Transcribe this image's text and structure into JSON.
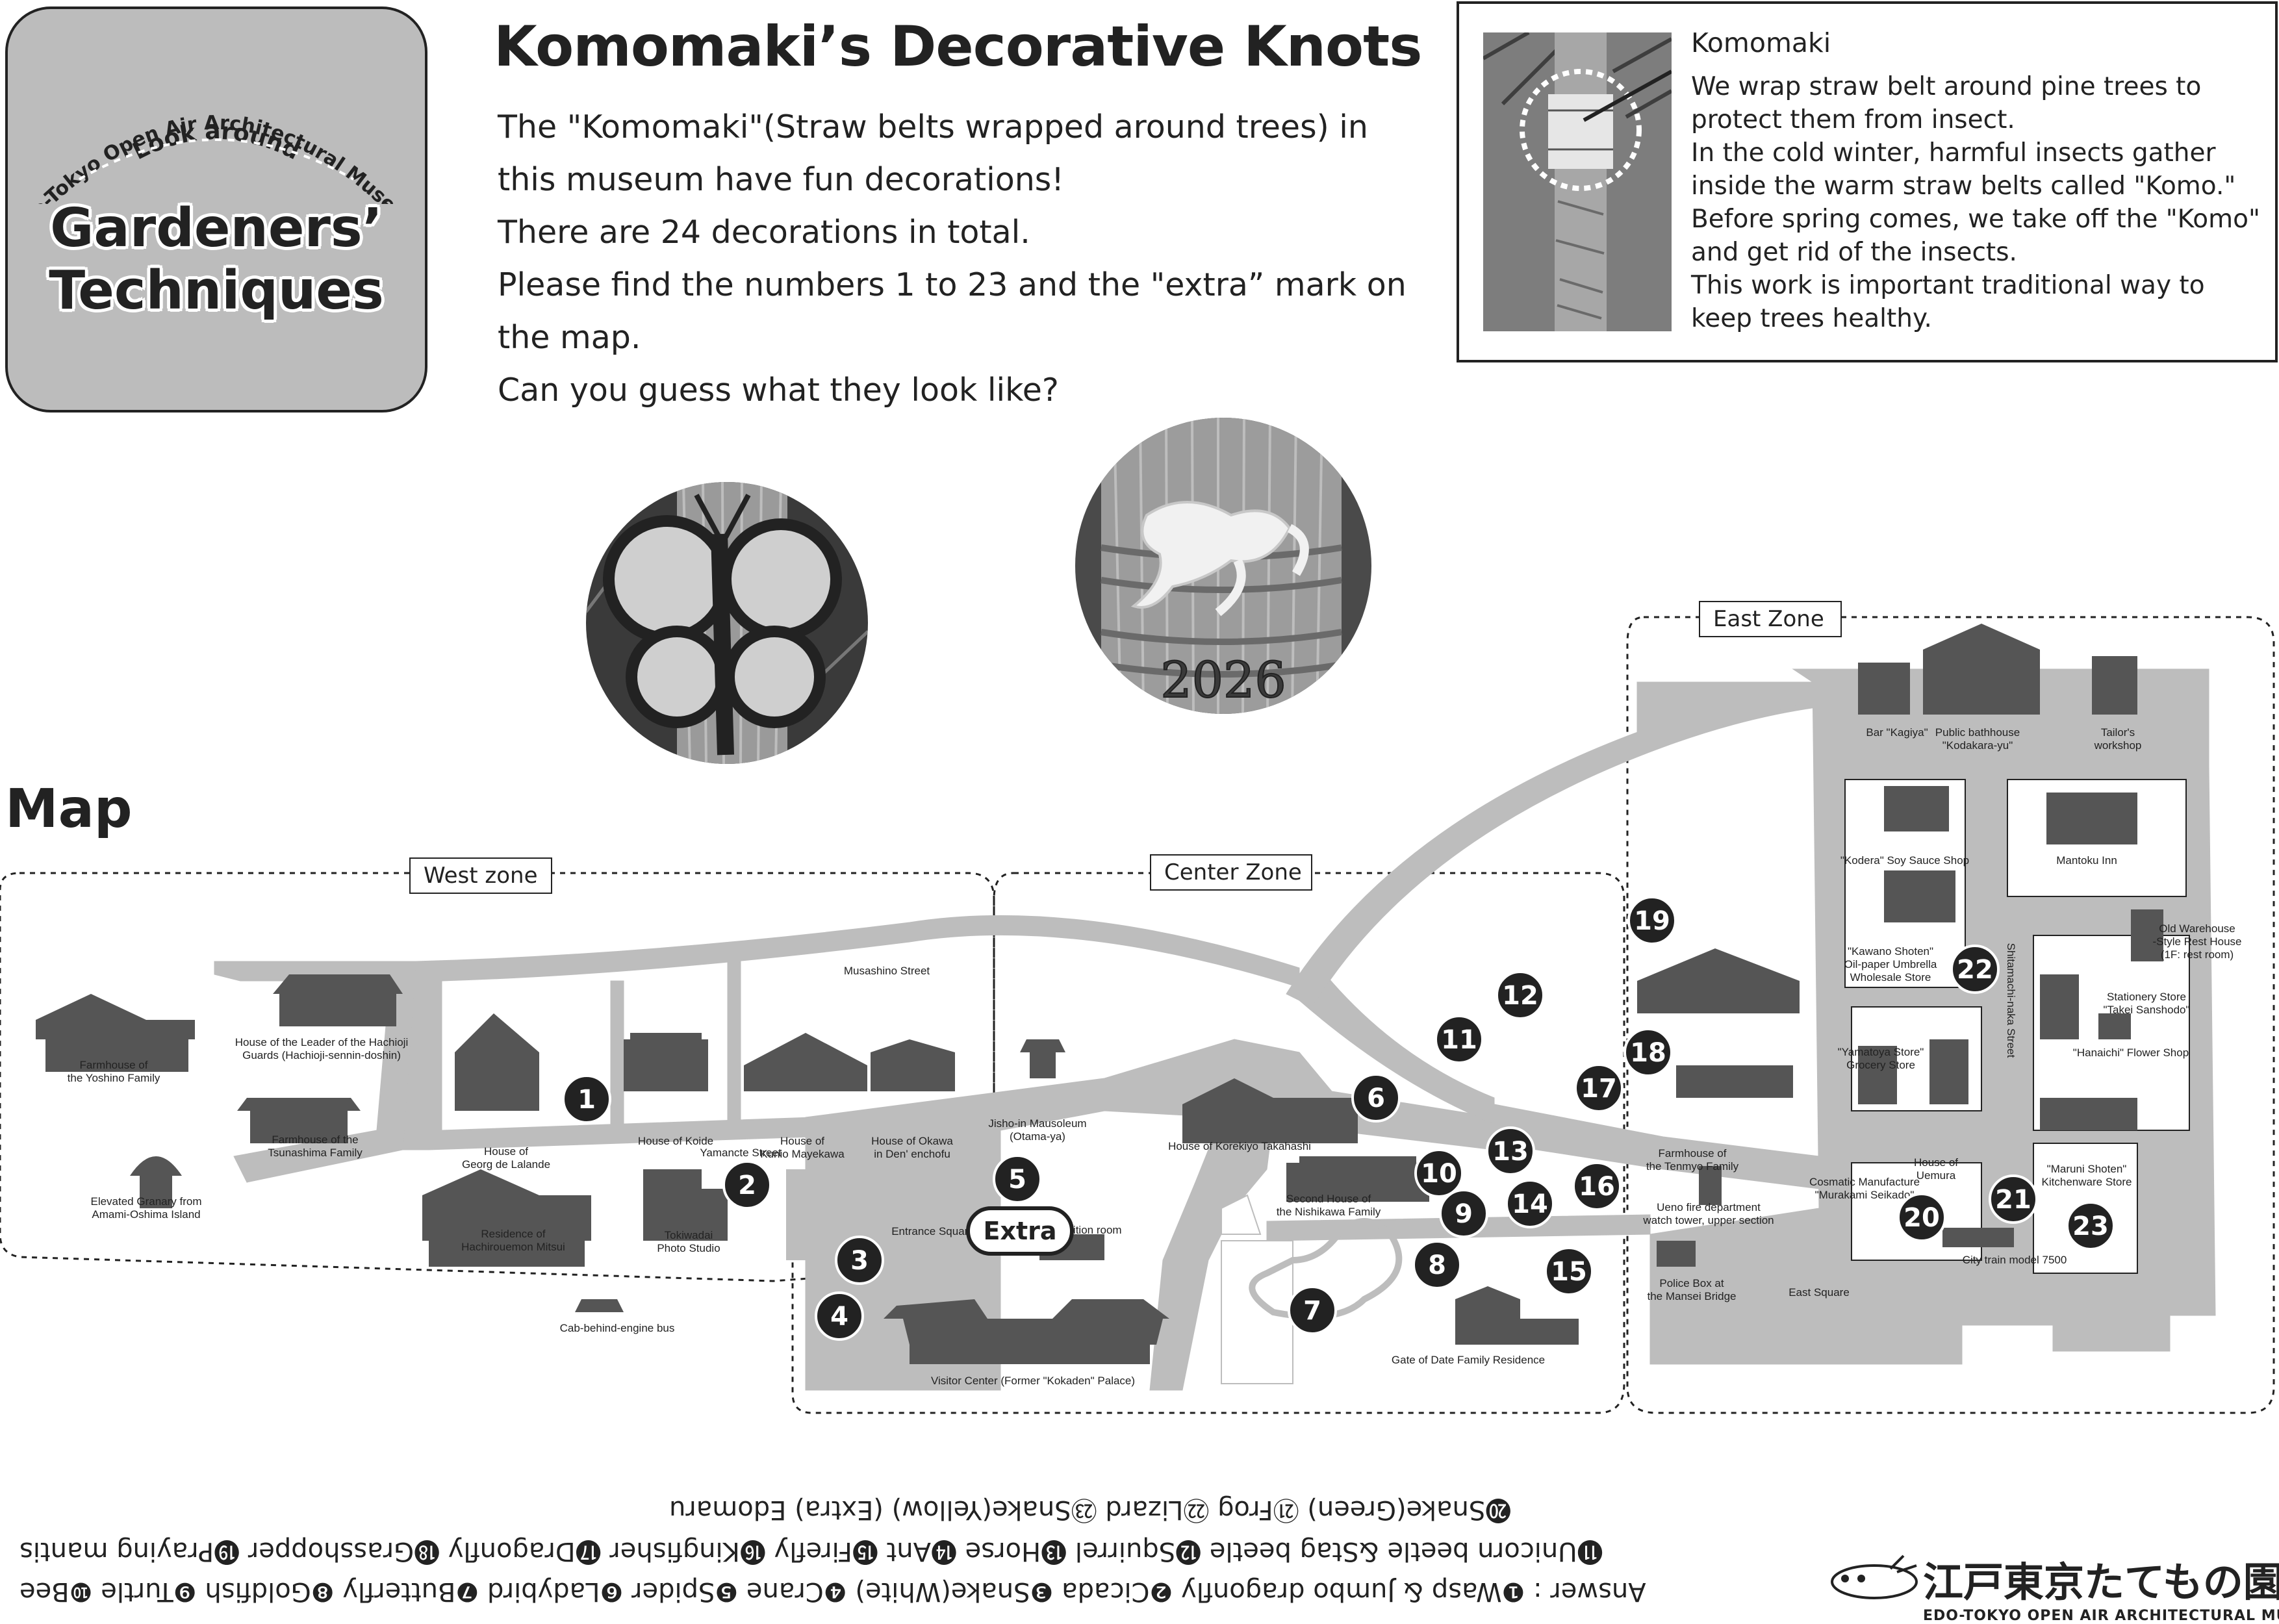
{
  "badge": {
    "line1": "Look around",
    "line2": "Edo-Tokyo Open Air Architectural Museum",
    "title_line1": "Gardeners’",
    "title_line2": "Techniques"
  },
  "header": {
    "title": "Komomaki’s Decorative Knots",
    "intro": [
      "The \"Komomaki\"(Straw belts wrapped around trees)  in",
      "this museum have fun decorations!",
      "There are 24 decorations in total.",
      "Please find the numbers 1 to 23 and the \"extra” mark on",
      "the map.",
      "Can you guess what they look like?"
    ]
  },
  "komomaki_box": {
    "title": "Komomaki",
    "lines": [
      "We wrap straw belt around pine trees to",
      "protect them from insect.",
      "In the cold winter, harmful insects gather",
      "inside the warm straw belts called \"Komo.\"",
      "Before spring comes, we take off the \"Komo\"",
      "and get rid of the insects.",
      "This work is important traditional way to",
      "keep trees healthy."
    ]
  },
  "photos": {
    "frog_year": "2026"
  },
  "map": {
    "heading": "Map",
    "zones": {
      "west": "West zone",
      "center": "Center Zone",
      "east": "East Zone"
    },
    "streets": {
      "musashino": "Musashino Street",
      "yamanote": "Yamancte Street",
      "shitamachi": "Shitamachi-naka Street"
    },
    "buildings": {
      "yoshino": [
        "Farmhouse of",
        "the Yoshino Family"
      ],
      "hachioji": [
        "House of the Leader of the Hachioji",
        "Guards (Hachioji-sennin-doshin)"
      ],
      "tsunashima": [
        "Farmhouse of the",
        "Tsunashima Family"
      ],
      "granary": [
        "Elevated Granary from",
        "Amami-Oshima Island"
      ],
      "lalande": [
        "House of",
        "Georg de Lalande"
      ],
      "koide": [
        "House of Koide"
      ],
      "mayekawa": [
        "House of",
        "Kunio Mayekawa"
      ],
      "okawa": [
        "House of Okawa",
        "in Den' enchofu"
      ],
      "mitsui": [
        "Residence of",
        "Hachirouemon Mitsui"
      ],
      "tokiwadai": [
        "Tokiwadai",
        "Photo Studio"
      ],
      "bus": [
        "Cab-behind-engine bus"
      ],
      "jisho": [
        "Jisho-in Mausoleum",
        "(Otama-ya)"
      ],
      "entrance": [
        "Entrance Square"
      ],
      "exhibition": [
        "Exhibition room"
      ],
      "visitor": [
        "Visitor Center (Former \"Kokaden\" Palace)"
      ],
      "takahashi": [
        "House of Korekiyo Takahashi"
      ],
      "nishikawa": [
        "Second House of",
        "the Nishikawa Family"
      ],
      "date": [
        "Gate of Date Family Residence"
      ],
      "tenmyo": [
        "Farmhouse of",
        "the Tenmyo Family"
      ],
      "ueno": [
        "Ueno fire department",
        "watch tower, upper section"
      ],
      "police": [
        "Police Box at",
        "the Mansei Bridge"
      ],
      "east_square": [
        "East Square"
      ],
      "kagiya": [
        "Bar \"Kagiya\""
      ],
      "bathhouse": [
        "Public bathhouse",
        "\"Kodakara-yu\""
      ],
      "tailor": [
        "Tailor's",
        "workshop"
      ],
      "kodera": [
        "\"Kodera\" Soy Sauce Shop"
      ],
      "mantoku": [
        "Mantoku Inn"
      ],
      "kawano": [
        "\"Kawano Shoten\"",
        "Oil-paper Umbrella",
        "Wholesale Store"
      ],
      "warehouse": [
        "Old Warehouse",
        "-Style Rest House",
        "(1F: rest room)"
      ],
      "stationery": [
        "Stationery Store",
        "\"Takei Sanshodo\""
      ],
      "hanaichi": [
        "\"Hanaichi\" Flower Shop"
      ],
      "yamatoya": [
        "\"Yamatoya Store\"",
        "Grocery Store"
      ],
      "cosmetic": [
        "Cosmatic Manufacture",
        "\"Murakami Seikado\""
      ],
      "uemura": [
        "House of",
        "Uemura"
      ],
      "maruni": [
        "\"Maruni Shoten\"",
        "Kitchenware Store"
      ],
      "train": [
        "City train model 7500"
      ]
    },
    "markers": [
      "1",
      "2",
      "3",
      "4",
      "5",
      "6",
      "7",
      "8",
      "9",
      "10",
      "11",
      "12",
      "13",
      "14",
      "15",
      "16",
      "17",
      "18",
      "19",
      "20",
      "21",
      "22",
      "23"
    ],
    "extra_label": "Extra"
  },
  "answers": {
    "line1": "Answer : ❶Wasp & Jumbo dragonfly ❷Cicada ❸Snake(White) ❹Crane ❺Spider ❻Ladybird ❼Butterfly ❽Goldfish ❾Turtle ❿Bee",
    "line2": "⓫Unicorn beetle &Stag beetle ⓬Squirrel ⓭Horse ⓮Ant ⓯Firefly ⓰Kingfisher ⓱Dragonfly ⓲Grasshopper ⓳Praying mantis",
    "line3": "⓴Snake(Green) ㉑Frog ㉒Lizard ㉓Snake(Yellow) (Extra) Edomaru"
  },
  "logo": {
    "jp": "江戸東京たてもの園",
    "en": "EDO-TOKYO OPEN AIR ARCHITECTURAL MUSEUM"
  }
}
